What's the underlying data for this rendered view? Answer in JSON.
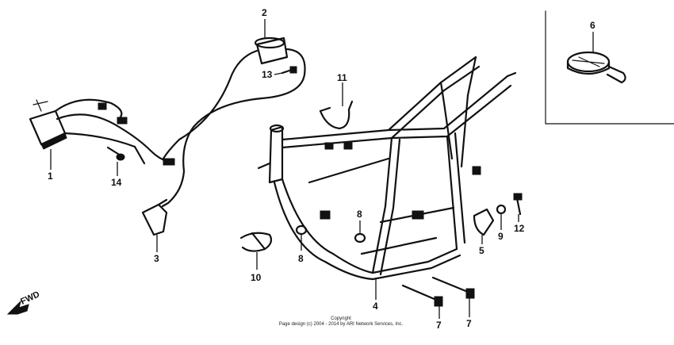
{
  "callouts": {
    "c1": "1",
    "c2": "2",
    "c3": "3",
    "c4": "4",
    "c5": "5",
    "c6": "6",
    "c7a": "7",
    "c7b": "7",
    "c8a": "8",
    "c8b": "8",
    "c9": "9",
    "c10": "10",
    "c11": "11",
    "c12": "12",
    "c13": "13",
    "c14": "14"
  },
  "fwd_label": "FWD",
  "copyright": {
    "line1": "Copyright",
    "line2": "Page design (c) 2004 - 2014 by ARI Network Services, Inc."
  }
}
